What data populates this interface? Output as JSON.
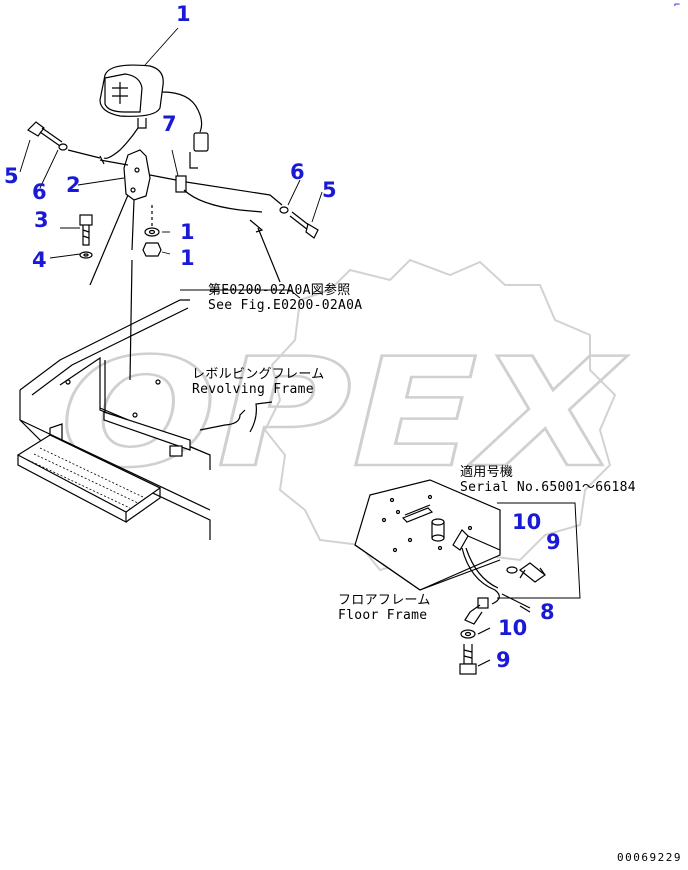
{
  "callouts": [
    {
      "id": "c1-top",
      "label": "1"
    },
    {
      "id": "c5-left",
      "label": "5"
    },
    {
      "id": "c6-left",
      "label": "6"
    },
    {
      "id": "c2",
      "label": "2"
    },
    {
      "id": "c3",
      "label": "3"
    },
    {
      "id": "c4",
      "label": "4"
    },
    {
      "id": "c7",
      "label": "7"
    },
    {
      "id": "c1-washer",
      "label": "1"
    },
    {
      "id": "c1-nut",
      "label": "1"
    },
    {
      "id": "c6-right",
      "label": "6"
    },
    {
      "id": "c5-right",
      "label": "5"
    },
    {
      "id": "c10-upper",
      "label": "10"
    },
    {
      "id": "c9-upper",
      "label": "9"
    },
    {
      "id": "c8",
      "label": "8"
    },
    {
      "id": "c10-lower",
      "label": "10"
    },
    {
      "id": "c9-lower",
      "label": "9"
    }
  ],
  "notes": {
    "ref_jp": "第E0200-02A0A図参照",
    "ref_en": "See Fig.E0200-02A0A",
    "revolving_jp": "レボルビングフレーム",
    "revolving_en": "Revolving Frame",
    "serial_jp": "適用号機",
    "serial_en": "Serial No.65001～66184",
    "floor_jp": "フロアフレーム",
    "floor_en": "Floor Frame"
  },
  "watermark": "OPEX",
  "doc_number": "00069229",
  "corner_mark": "⌐",
  "colors": {
    "callout": "#1a1ad6",
    "line": "#000000",
    "watermark": "#d0d0d0"
  }
}
